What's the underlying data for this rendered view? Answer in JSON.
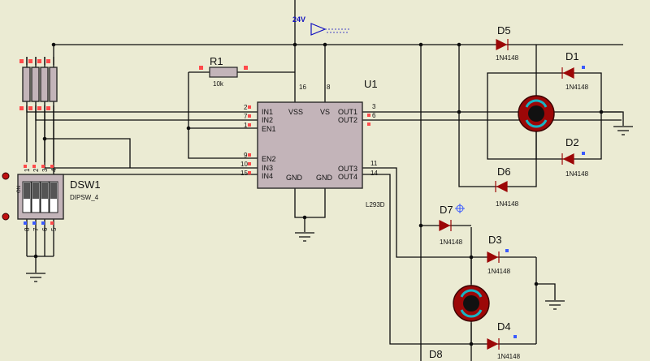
{
  "colors": {
    "background": "#ebebd3",
    "wire": "#0d0d0d",
    "component_body": "#c3b4b9",
    "diode": "#9c0707",
    "pin_red": "#ff4a4a",
    "pin_blue": "#3a5aff",
    "supply_label": "#1010c0",
    "motor_arrow": "#18b4c4"
  },
  "supply": {
    "label": "24V"
  },
  "resistor": {
    "ref": "R1",
    "value": "10k"
  },
  "driver": {
    "ref": "U1",
    "part": "L293D",
    "pins": {
      "in1": "IN1",
      "in2": "IN2",
      "en1": "EN1",
      "en2": "EN2",
      "in3": "IN3",
      "in4": "IN4",
      "vss": "VSS",
      "vs": "VS",
      "gnd1": "GND",
      "gnd2": "GND",
      "out1": "OUT1",
      "out2": "OUT2",
      "out3": "OUT3",
      "out4": "OUT4"
    },
    "pin_numbers": {
      "in1": "2",
      "in2": "7",
      "en1": "1",
      "en2": "9",
      "in3": "10",
      "in4": "15",
      "vss": "16",
      "vs": "8",
      "out1": "3",
      "out2": "6",
      "out3": "11",
      "out4": "14"
    }
  },
  "dip_switch": {
    "ref": "DSW1",
    "part": "DIPSW_4",
    "on_label": "ON",
    "top_pins": [
      "1",
      "2",
      "3",
      "4"
    ],
    "bottom_pins": [
      "8",
      "7",
      "6",
      "5"
    ]
  },
  "diodes": [
    {
      "ref": "D1",
      "part": "1N4148"
    },
    {
      "ref": "D2",
      "part": "1N4148"
    },
    {
      "ref": "D3",
      "part": "1N4148"
    },
    {
      "ref": "D4",
      "part": "1N4148"
    },
    {
      "ref": "D5",
      "part": "1N4148"
    },
    {
      "ref": "D6",
      "part": "1N4148"
    },
    {
      "ref": "D7",
      "part": "1N4148"
    },
    {
      "ref": "D8",
      "part": ""
    }
  ],
  "motors": [
    {
      "id": "motor-1",
      "icon": "dc-motor-icon"
    },
    {
      "id": "motor-2",
      "icon": "dc-motor-icon"
    }
  ],
  "ground_symbols": [
    "ground-icon",
    "ground-icon",
    "ground-icon",
    "ground-icon"
  ]
}
